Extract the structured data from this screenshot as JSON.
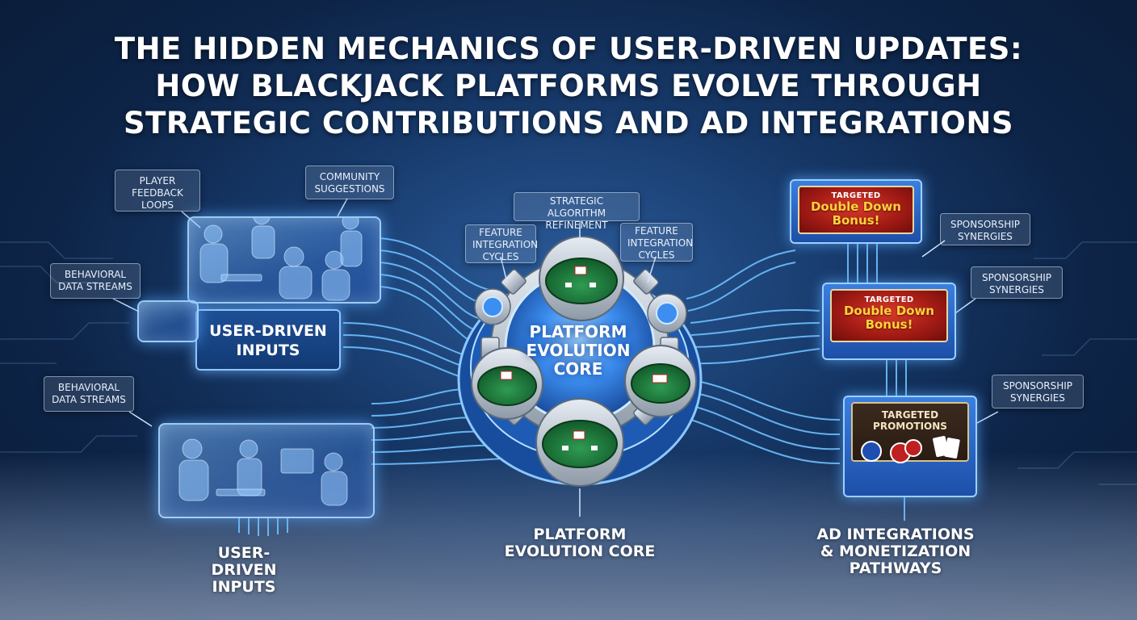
{
  "title": {
    "line1": "THE HIDDEN MECHANICS OF USER-DRIVEN UPDATES:",
    "line2": "HOW BLACKJACK PLATFORMS EVOLVE THROUGH",
    "line3": "STRATEGIC CONTRIBUTIONS AND AD INTEGRATIONS"
  },
  "left": {
    "bubble_feedback": [
      "PLAYER",
      "FEEDBACK",
      "LOOPS"
    ],
    "bubble_community": [
      "COMMUNITY",
      "SUGGESTIONS"
    ],
    "bubble_behavioral_1": [
      "BEHAVIORAL",
      "DATA STREAMS"
    ],
    "bubble_behavioral_2": [
      "BEHAVIORAL",
      "DATA STREAMS"
    ],
    "inputs_box": [
      "USER-DRIVEN",
      "INPUTS"
    ],
    "bottom_label": [
      "USER-DRIVEN",
      "INPUTS"
    ]
  },
  "center": {
    "bubble_algorithm": [
      "STRATEGIC ALGORITHM",
      "REFINEMENT"
    ],
    "bubble_feature_left": [
      "FEATURE",
      "INTEGRATION",
      "CYCLES"
    ],
    "bubble_feature_right": [
      "FEATURE",
      "INTEGRATION",
      "CYCLES"
    ],
    "core_text": [
      "PLATFORM",
      "EVOLUTION",
      "CORE"
    ],
    "bottom_label": [
      "PLATFORM",
      "EVOLUTION CORE"
    ]
  },
  "right": {
    "ad1": {
      "small": "TARGETED",
      "big1": "Double Down",
      "big2": "Bonus!"
    },
    "ad2": {
      "small": "TARGETED",
      "big1": "Double Down",
      "big2": "Bonus!"
    },
    "promo": [
      "TARGETED",
      "PROMOTIONS"
    ],
    "bubble_sponsor_1": [
      "SPONSORSHIP",
      "SYNERGIES"
    ],
    "bubble_sponsor_2": [
      "SPONSORSHIP",
      "SYNERGIES"
    ],
    "bubble_sponsor_3": [
      "SPONSORSHIP",
      "SYNERGIES"
    ],
    "bottom_label": [
      "AD INTEGRATIONS",
      "& MONETIZATION",
      "PATHWAYS"
    ]
  },
  "colors": {
    "background": "#173a6b",
    "glow": "#5ab0ff",
    "ad_red": "#c0281c",
    "ad_gold": "#ffd23a",
    "table_green": "#1f7a3a"
  }
}
